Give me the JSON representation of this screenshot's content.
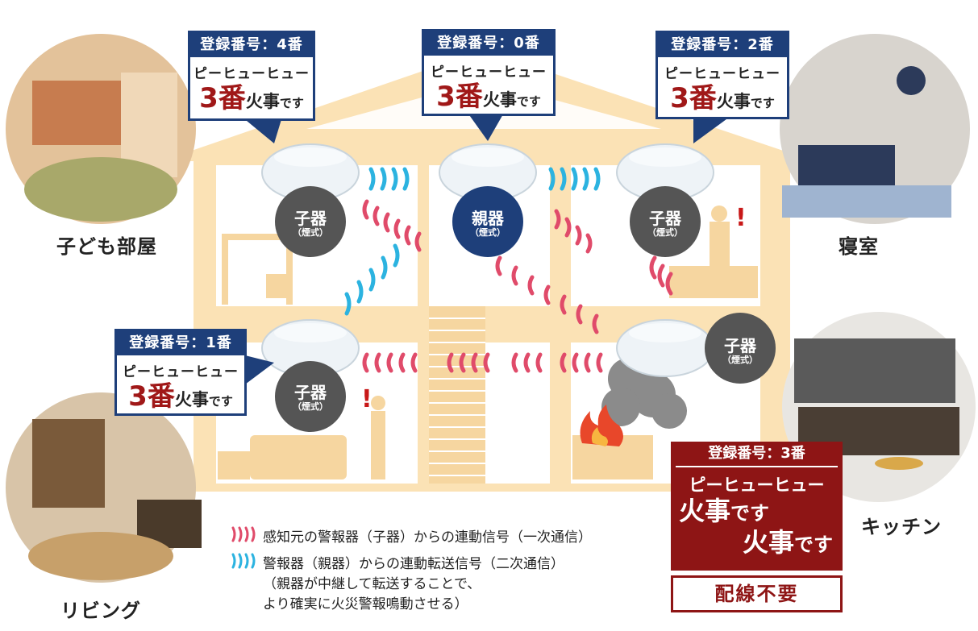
{
  "rooms": {
    "kids": "子ども部屋",
    "bedroom": "寝室",
    "living": "リビング",
    "kitchen": "キッチン"
  },
  "callouts": {
    "no4": {
      "header": "登録番号：4番",
      "sound": "ピーヒューヒュー",
      "num": "3番",
      "fire": "火事",
      "desu": "です"
    },
    "no0": {
      "header": "登録番号：0番",
      "sound": "ピーヒューヒュー",
      "num": "3番",
      "fire": "火事",
      "desu": "です"
    },
    "no2": {
      "header": "登録番号：2番",
      "sound": "ピーヒューヒュー",
      "num": "3番",
      "fire": "火事",
      "desu": "です"
    },
    "no1": {
      "header": "登録番号：1番",
      "sound": "ピーヒューヒュー",
      "num": "3番",
      "fire": "火事",
      "desu": "です"
    }
  },
  "units": {
    "child": {
      "name": "子器",
      "type": "（煙式）"
    },
    "parent": {
      "name": "親器",
      "type": "（煙式）"
    }
  },
  "alarm_source": {
    "header": "登録番号：3番",
    "sound": "ピーヒューヒュー",
    "line1_main": "火事",
    "line1_suffix": "です",
    "line2_main": "火事",
    "line2_suffix": "です",
    "wiring": "配線不要"
  },
  "legend": {
    "primary": "感知元の警報器（子器）からの連動信号（一次通信）",
    "secondary": "警報器（親器）からの連動転送信号（二次通信）",
    "secondary_note1": "（親器が中継して転送することで、",
    "secondary_note2": "より確実に火災警報鳴動させる）"
  },
  "colors": {
    "house": "#fbe2b5",
    "house_line": "#f2c88a",
    "navy": "#1e3f7a",
    "red": "#a01818",
    "wave_red": "#e04b6a",
    "wave_blue": "#2cb3e0",
    "unit_gray": "#555555"
  }
}
